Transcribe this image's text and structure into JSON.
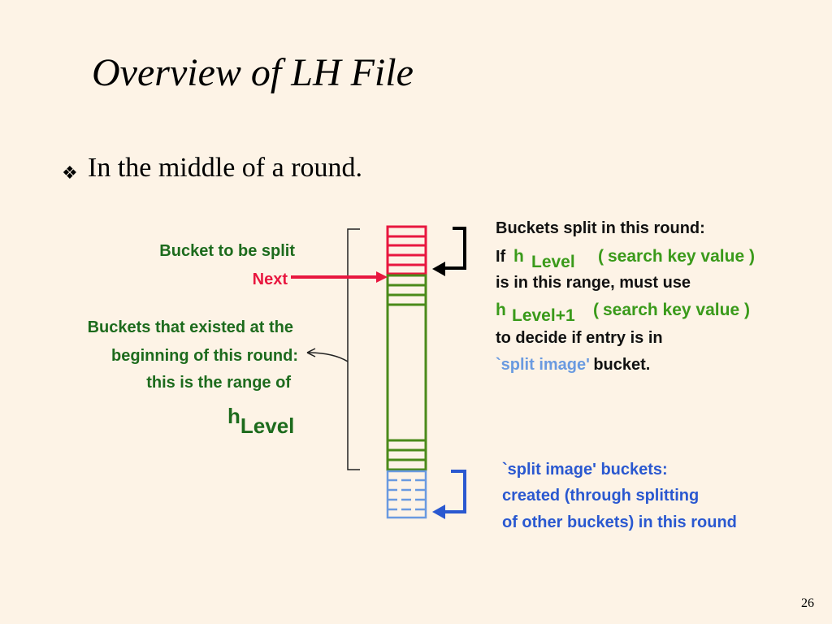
{
  "slide": {
    "title": "Overview of LH File",
    "bullet_icon": "diamond-bullet-icon",
    "bullet": "In the middle of a round.",
    "page_number": "26"
  },
  "left_labels": {
    "bucket_to_be_split": "Bucket to be split",
    "next": "Next",
    "existed_line1": "Buckets that existed at the",
    "existed_line2": "beginning of this round:",
    "existed_line3": "this is the range of",
    "h": "h",
    "h_sub": "Level"
  },
  "right_top": {
    "line1": "Buckets split in this round:",
    "if": "If",
    "h": "h",
    "h_sub": "Level",
    "open_paren": "(",
    "arg": "search key value )",
    "line3": "is in this range, must use",
    "h2": "h",
    "h2_sub": "Level+1",
    "open_paren2": "(",
    "arg2": "search key value )",
    "line5": "to decide if entry is in",
    "split_image": "`split image'",
    "bucket": "bucket."
  },
  "right_bottom": {
    "line1": "`split image' buckets:",
    "line2": "created (through splitting",
    "line3": "of other buckets) in this round"
  },
  "colors": {
    "background": "#fdf3e6",
    "split_buckets": "#e8173f",
    "existing_buckets": "#4a8a1a",
    "image_buckets": "#6a9ae0",
    "dark_green_text": "#1d6b1d",
    "blue_text": "#2a58d0"
  }
}
